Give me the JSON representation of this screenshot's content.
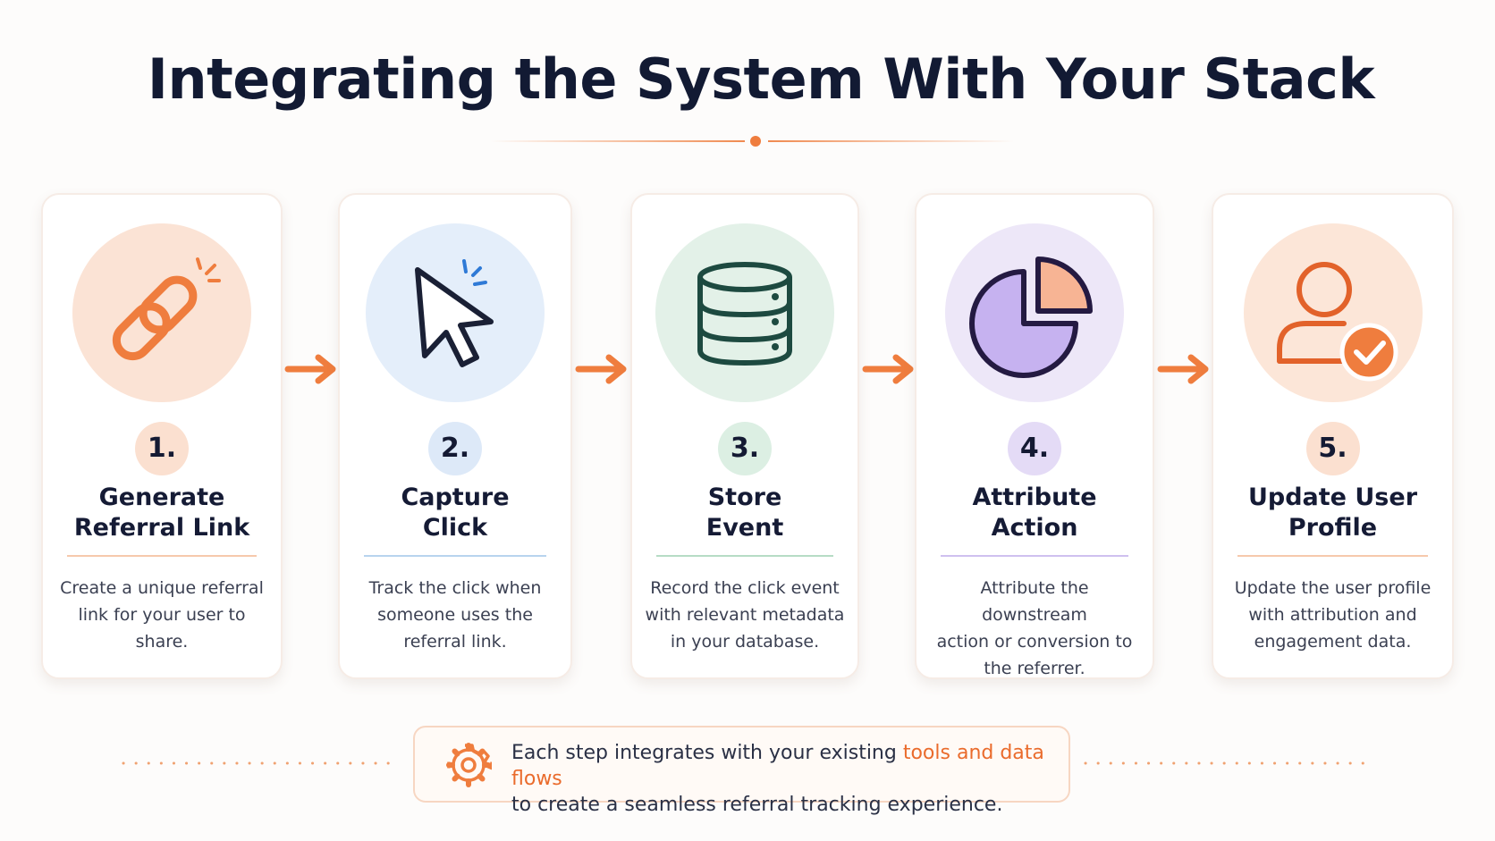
{
  "title": "Integrating the System With Your Stack",
  "colors": {
    "accent": "#ef7d3e",
    "step1": "#f9e0d2",
    "step2": "#e3eef9",
    "step3": "#e2f0e8",
    "step4": "#ece6f8",
    "step5": "#fbe4d6"
  },
  "steps": [
    {
      "number": "1.",
      "title_lines": [
        "Generate",
        "Referral Link"
      ],
      "desc_lines": [
        "Create a unique referral",
        "link for your user to",
        "share."
      ],
      "icon": "link-icon"
    },
    {
      "number": "2.",
      "title_lines": [
        "Capture",
        "Click"
      ],
      "desc_lines": [
        "Track the click when",
        "someone uses the",
        "referral link."
      ],
      "icon": "cursor-click-icon"
    },
    {
      "number": "3.",
      "title_lines": [
        "Store",
        "Event"
      ],
      "desc_lines": [
        "Record the click event",
        "with relevant metadata",
        "in your database."
      ],
      "icon": "database-icon"
    },
    {
      "number": "4.",
      "title_lines": [
        "Attribute",
        "Action"
      ],
      "desc_lines": [
        "Attribute the downstream",
        "action or conversion to",
        "the referrer."
      ],
      "icon": "pie-chart-icon"
    },
    {
      "number": "5.",
      "title_lines": [
        "Update User",
        "Profile"
      ],
      "desc_lines": [
        "Update the user profile",
        "with attribution and",
        "engagement data."
      ],
      "icon": "user-check-icon"
    }
  ],
  "footer": {
    "text_before": "Each step integrates with your existing ",
    "highlight": "tools and data flows",
    "text_after": "to create a seamless referral tracking experience.",
    "icon": "gear-icon"
  }
}
